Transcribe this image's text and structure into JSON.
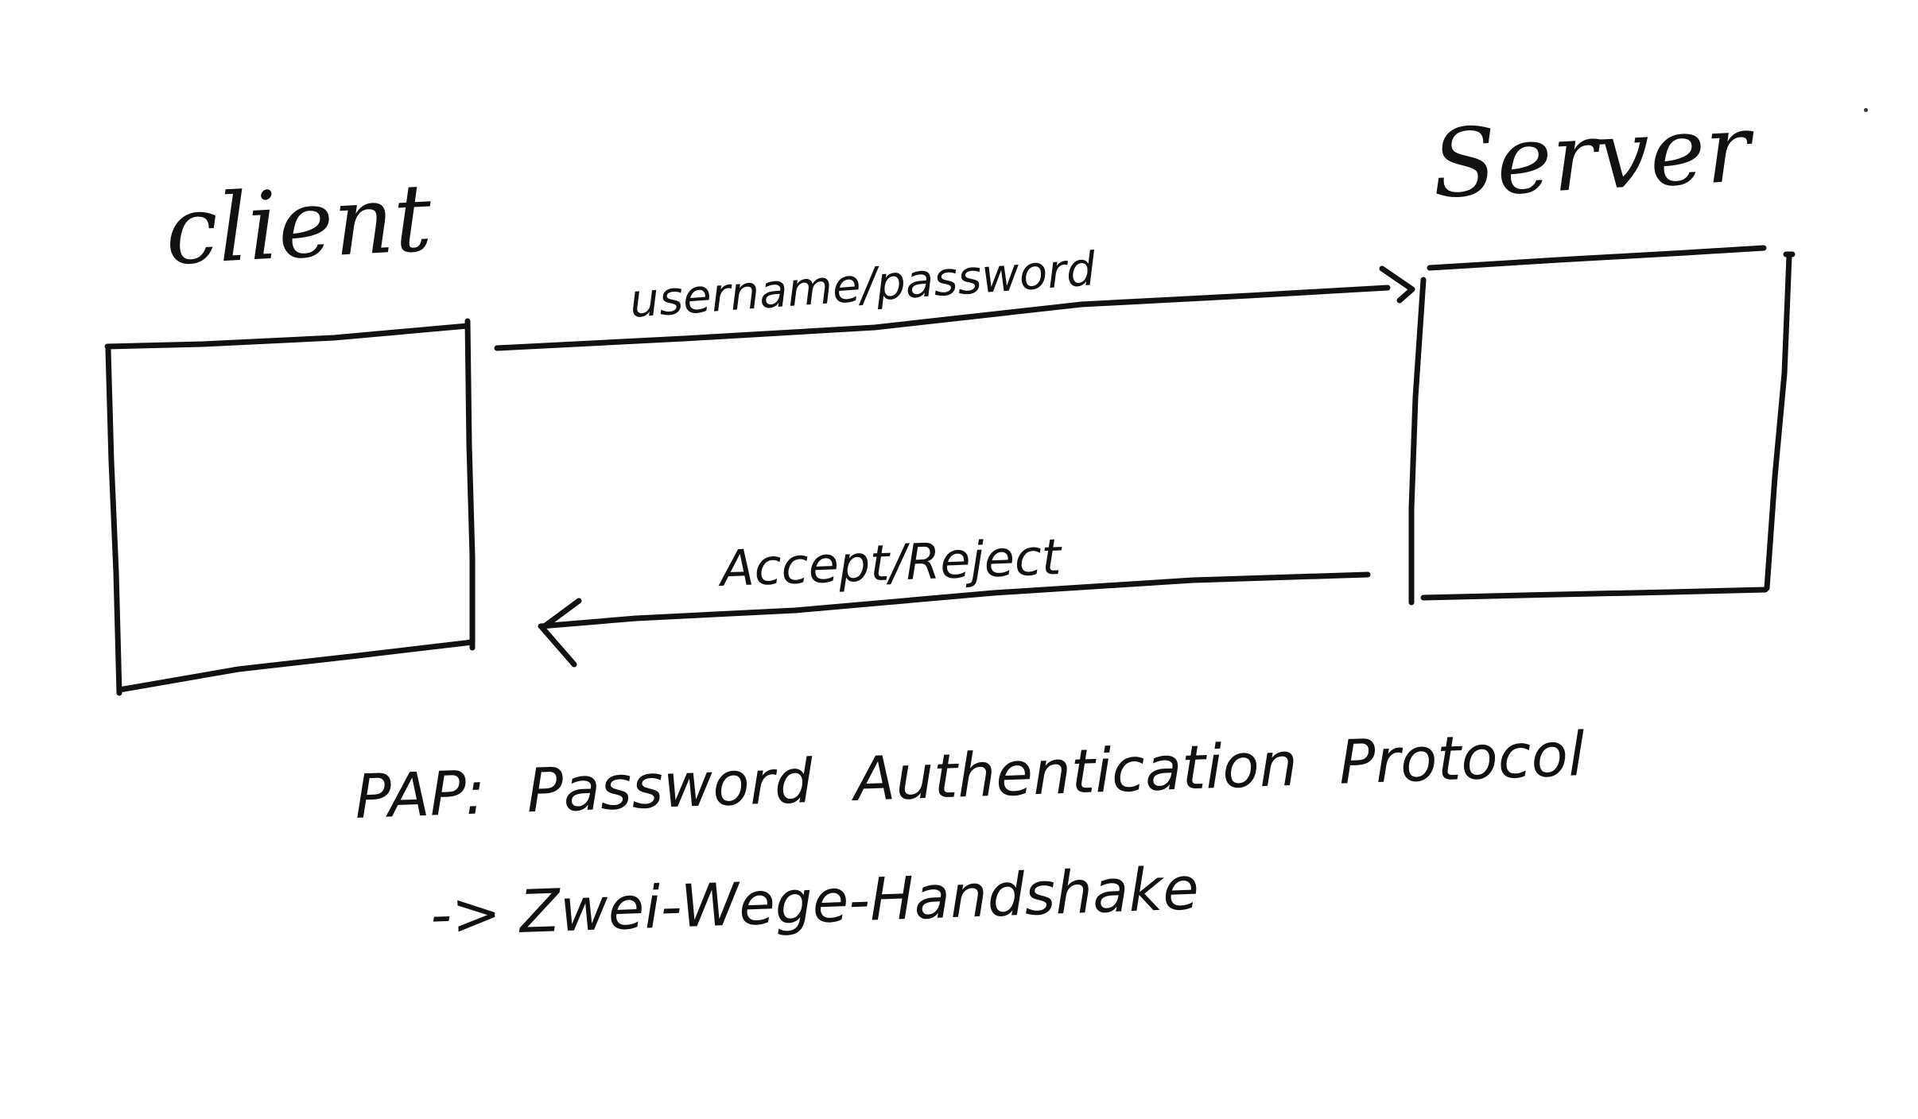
{
  "diagram": {
    "client_label": "client",
    "server_label": "Server",
    "request_label": "username/password",
    "response_label": "Accept/Reject",
    "definition": "PAP: Password Authentication Protocol",
    "note": "-> Zwei-Wege-Handshake"
  },
  "colors": {
    "ink": "#111111",
    "paper": "#ffffff"
  }
}
